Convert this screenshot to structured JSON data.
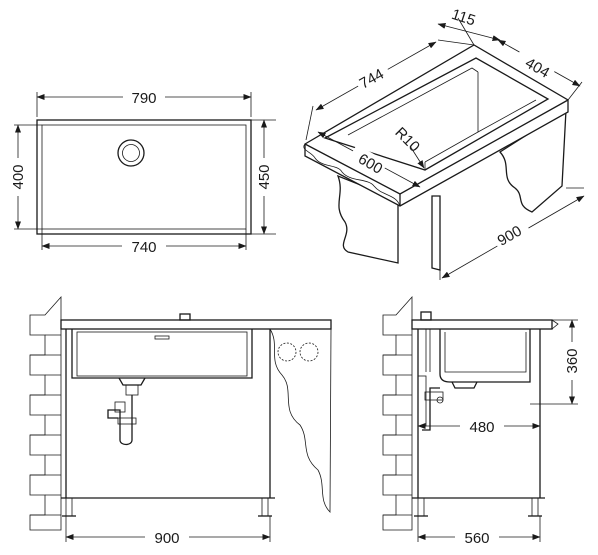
{
  "dimensions": {
    "top_width_outer": "790",
    "top_width_inner": "740",
    "top_height_inner": "400",
    "top_height_outer": "450",
    "iso_length": "744",
    "iso_depth_total": "115",
    "iso_depth": "404",
    "iso_radius": "R10",
    "iso_width": "600",
    "iso_cabinet": "900",
    "front_cabinet": "900",
    "side_cabinet": "560",
    "side_depth": "480",
    "side_height": "360"
  }
}
